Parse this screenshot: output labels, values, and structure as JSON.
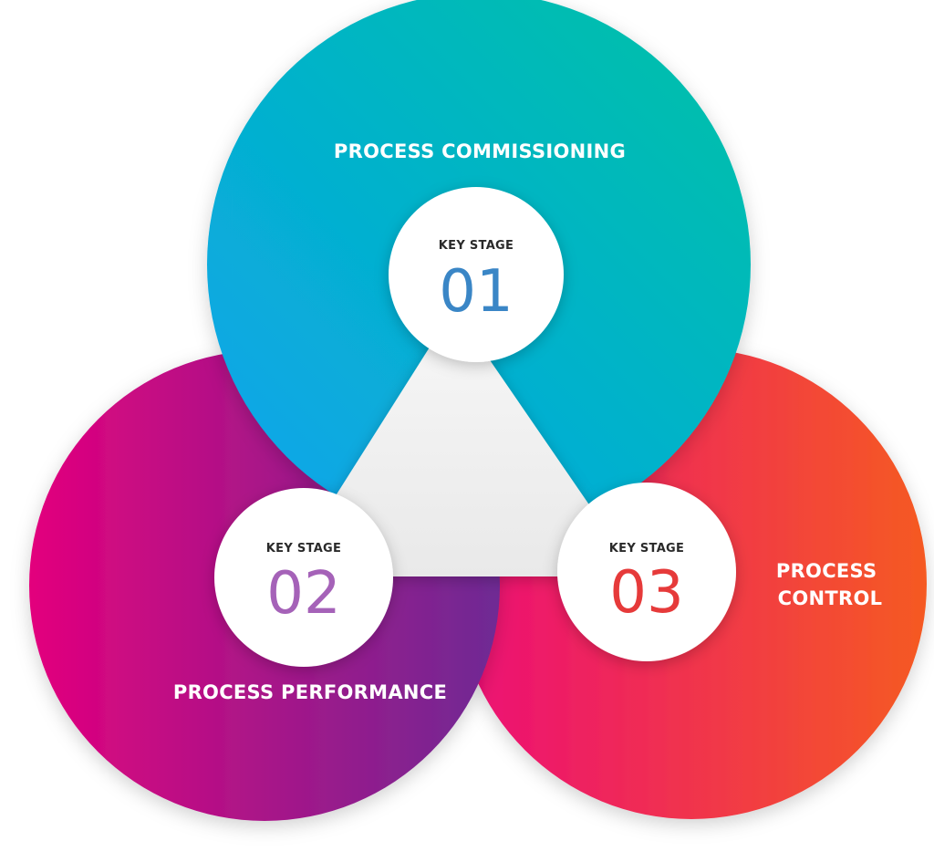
{
  "stages": [
    {
      "title_lines": [
        "PROCESS COMMISSIONING"
      ],
      "badge_label": "KEY STAGE",
      "number": "01",
      "number_color": "#3a86c6",
      "gradient": [
        "#0aa3f0",
        "#00c2a4"
      ]
    },
    {
      "title_lines": [
        "PROCESS PERFORMANCE"
      ],
      "badge_label": "KEY STAGE",
      "number": "02",
      "number_color": "#a562b8",
      "gradient": [
        "#e3007d",
        "#6e2a94"
      ]
    },
    {
      "title_lines": [
        "PROCESS",
        "CONTROL"
      ],
      "badge_label": "KEY STAGE",
      "number": "03",
      "number_color": "#e63a3a",
      "gradient": [
        "#ec0d77",
        "#f55a22"
      ]
    }
  ]
}
